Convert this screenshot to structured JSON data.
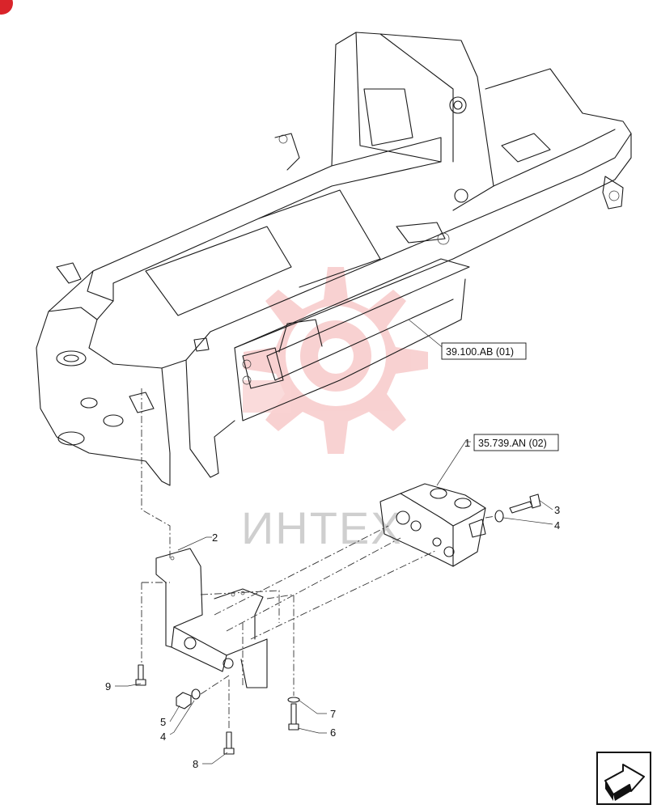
{
  "watermark": {
    "text": "ИНТЕХ",
    "logo_color": "#f6c6c6",
    "text_color": "#cfcfcf"
  },
  "corner_badge_color": "#d9242a",
  "references": [
    {
      "id": "ref-39-100",
      "label": "39.100.AB (01)"
    },
    {
      "id": "ref-35-739",
      "label": "35.739.AN (02)"
    }
  ],
  "callouts": [
    {
      "id": "callout-1",
      "label": "1"
    },
    {
      "id": "callout-2",
      "label": "2"
    },
    {
      "id": "callout-3",
      "label": "3"
    },
    {
      "id": "callout-4a",
      "label": "4"
    },
    {
      "id": "callout-4b",
      "label": "4"
    },
    {
      "id": "callout-5",
      "label": "5"
    },
    {
      "id": "callout-6",
      "label": "6"
    },
    {
      "id": "callout-7",
      "label": "7"
    },
    {
      "id": "callout-8",
      "label": "8"
    },
    {
      "id": "callout-9",
      "label": "9"
    }
  ],
  "nav_icon": "next-page-arrow-icon"
}
